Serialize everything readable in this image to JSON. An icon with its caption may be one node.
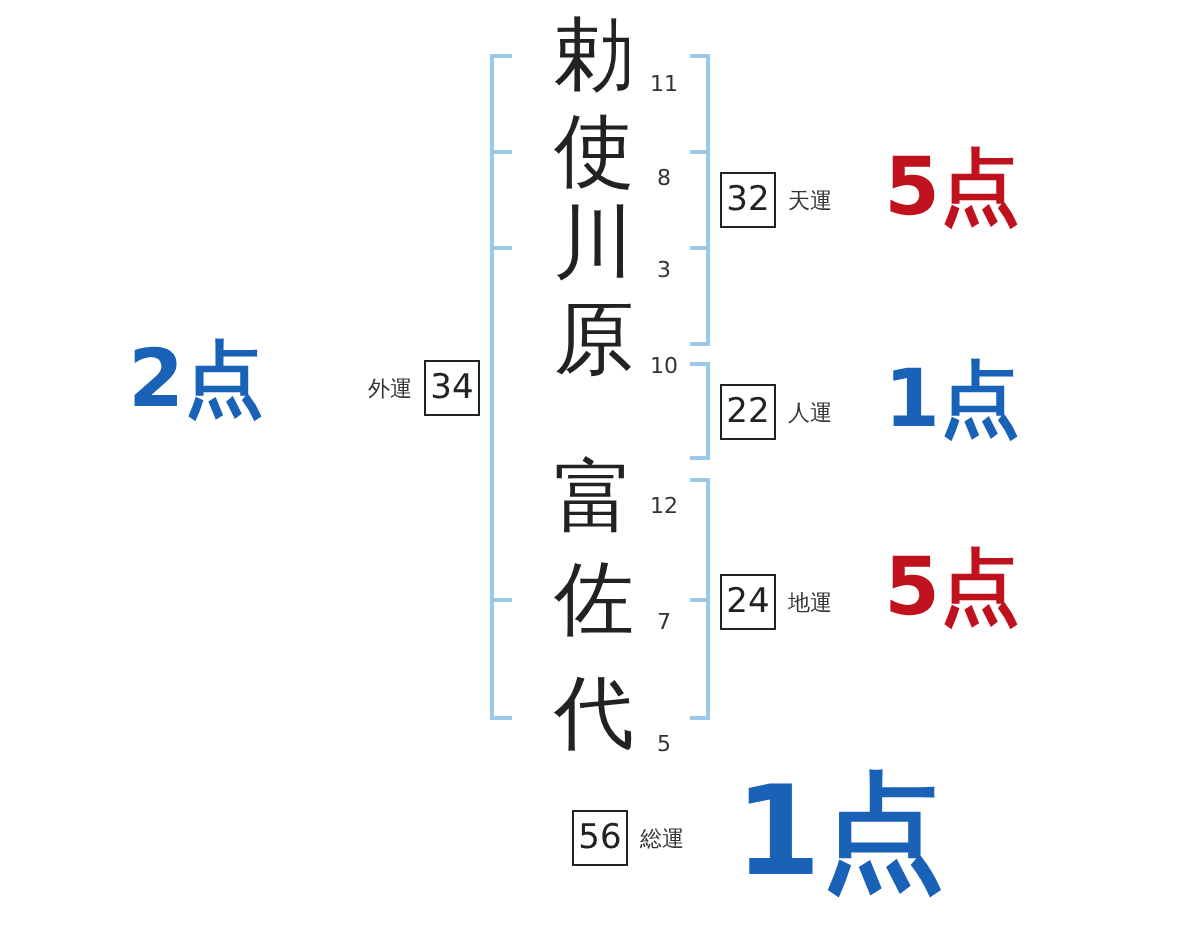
{
  "diagram": {
    "nodes": [
      {
        "text": [
          "32"
        ],
        "beside": [
          "天運"
        ]
      },
      {
        "text": [
          "34"
        ],
        "beside": [
          "外運"
        ]
      },
      {
        "text": [
          "22"
        ],
        "beside": [
          "人運"
        ]
      },
      {
        "text": [
          "24"
        ],
        "beside": [
          "地運"
        ]
      },
      {
        "text": [
          "56"
        ],
        "beside": [
          "総運"
        ]
      }
    ],
    "edges": [],
    "labels": [
      "勅",
      "11",
      "使",
      "8",
      "5点",
      "川",
      "3",
      "原",
      "10",
      "2点",
      "1点",
      "富",
      "12",
      "5点",
      "佐",
      "7",
      "代",
      "5",
      "1点"
    ]
  }
}
